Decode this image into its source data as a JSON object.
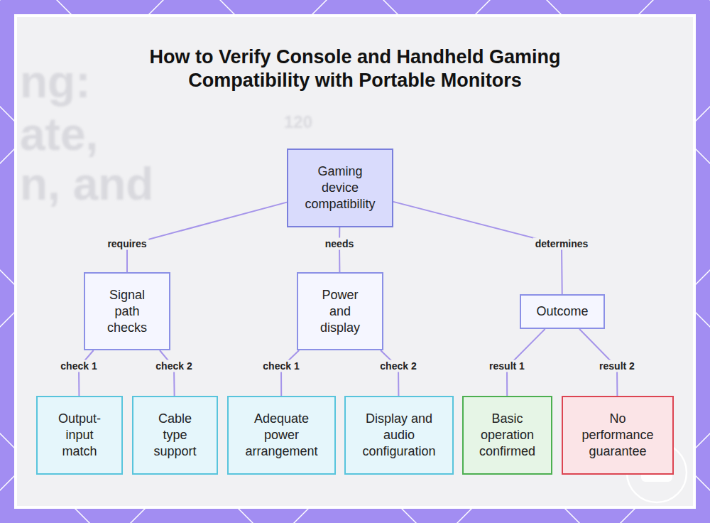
{
  "diagram": {
    "title": "How to Verify Console and Handheld Gaming Compatibility with Portable Monitors",
    "nodes": [
      {
        "text": [
          "Gaming device compatibility"
        ]
      },
      {
        "text": [
          "Signal path checks"
        ]
      },
      {
        "text": [
          "Power and display"
        ]
      },
      {
        "text": [
          "Outcome"
        ]
      },
      {
        "text": [
          "Output-input match"
        ]
      },
      {
        "text": [
          "Cable type support"
        ]
      },
      {
        "text": [
          "Adequate power arrangement"
        ]
      },
      {
        "text": [
          "Display and audio configuration"
        ]
      },
      {
        "text": [
          "Basic operation confirmed"
        ]
      },
      {
        "text": [
          "No performance guarantee"
        ]
      }
    ],
    "edges": [
      {
        "from": 0,
        "to": 1,
        "label": "requires",
        "arrow": "none"
      },
      {
        "from": 0,
        "to": 2,
        "label": "needs",
        "arrow": "none"
      },
      {
        "from": 0,
        "to": 3,
        "label": "determines",
        "arrow": "none"
      },
      {
        "from": 1,
        "to": 4,
        "label": "check 1",
        "arrow": "none"
      },
      {
        "from": 1,
        "to": 5,
        "label": "check 2",
        "arrow": "none"
      },
      {
        "from": 2,
        "to": 6,
        "label": "check 1",
        "arrow": "none"
      },
      {
        "from": 2,
        "to": 7,
        "label": "check 2",
        "arrow": "none"
      },
      {
        "from": 3,
        "to": 8,
        "label": "result 1",
        "arrow": "none"
      },
      {
        "from": 3,
        "to": 9,
        "label": "result 2",
        "arrow": "none"
      }
    ],
    "labels": [
      "ng:",
      "ate,",
      "n, and",
      "120"
    ]
  }
}
